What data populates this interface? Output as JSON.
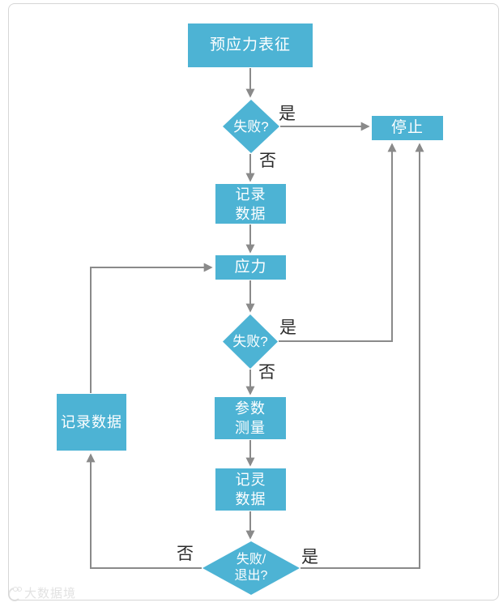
{
  "colors": {
    "node_fill": "#4db3d4",
    "node_text": "#ffffff",
    "connector": "#8a8a8a",
    "edge_label_text": "#2b2b2b",
    "frame_border": "#d6d6d6",
    "background": "#ffffff"
  },
  "flowchart": {
    "nodes": {
      "start": {
        "label": "预应力表征"
      },
      "decision1": {
        "label": "失败?"
      },
      "stop": {
        "label": "停止"
      },
      "record_data_top": {
        "line1": "记录",
        "line2": "数据"
      },
      "stress": {
        "label": "应力"
      },
      "decision2": {
        "label": "失败?"
      },
      "param_measure": {
        "line1": "参数",
        "line2": "测量"
      },
      "record_data_bottom": {
        "line1": "记灵",
        "line2": "数据"
      },
      "record_data_left": {
        "label": "记录数据"
      },
      "decision3": {
        "line1": "失败/",
        "line2": "退出?"
      }
    },
    "edge_labels": {
      "decision1_yes": "是",
      "decision1_no": "否",
      "decision2_yes": "是",
      "decision2_no": "否",
      "decision3_yes": "是",
      "decision3_no": "否"
    }
  },
  "watermark": {
    "text": "大数据境"
  }
}
